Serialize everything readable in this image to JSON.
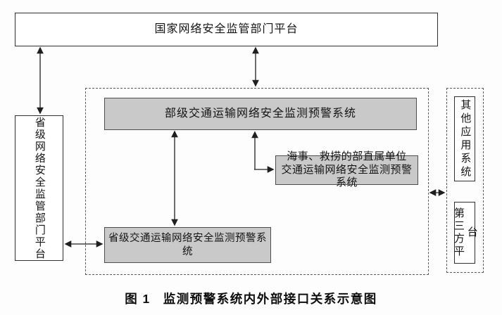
{
  "figure": {
    "caption": {
      "label": "图 1",
      "title": "监测预警系统内外部接口关系示意图"
    },
    "nodes": {
      "national": {
        "label": "国家网络安全监管部门平台"
      },
      "provincial_regulator": {
        "label": "省级网络安全监管部门平台"
      },
      "ministry": {
        "label": "部级交通运输网络安全监测预警系统"
      },
      "maritime": {
        "label": "海事、救捞的部直属单位\n交通运输网络安全监测预警系统"
      },
      "provincial_system": {
        "label": "省级交通运输网络安全监测预警系统"
      },
      "other_apps": {
        "label": "其他应用系统"
      },
      "third_party": {
        "label": "第三方平台"
      }
    },
    "connectors": {
      "national_provincial": "bidirectional",
      "national_internal_frame": "bidirectional",
      "ministry_provincial_system": "bidirectional",
      "ministry_maritime": "bidirectional-elbow",
      "provincial_reg_provincial_system": "bidirectional",
      "internal_external_frames": "bidirectional"
    },
    "colors": {
      "gray_fill": "#c9c9c9",
      "white_fill": "#ffffff",
      "solid_border": "#2e2e2e",
      "dashed_border": "#5a5a5a",
      "line": "#1f1f1f",
      "background": "#fdfdfd"
    }
  }
}
